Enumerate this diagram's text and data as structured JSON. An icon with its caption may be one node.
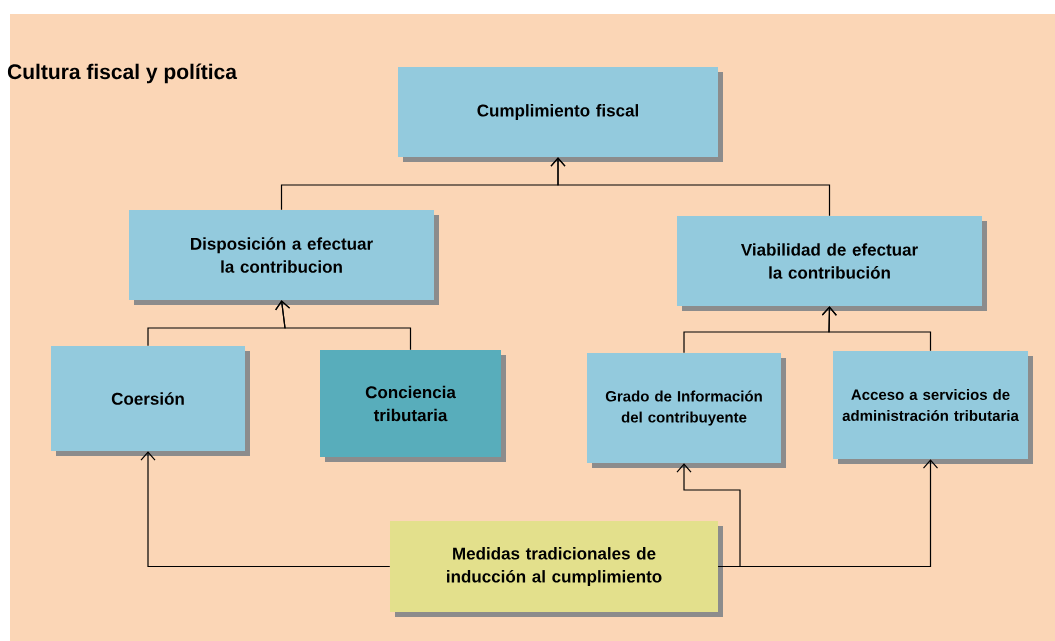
{
  "diagram": {
    "title": "Cultura fiscal y política",
    "nodes": [
      {
        "text": [
          "Cumplimiento fiscal"
        ]
      },
      {
        "text": [
          "Disposición a efectuar la contribucion"
        ]
      },
      {
        "text": [
          "Viabilidad de efectuar la contribución"
        ]
      },
      {
        "text": [
          "Coersión"
        ]
      },
      {
        "text": [
          "Conciencia tributaria"
        ]
      },
      {
        "text": [
          "Grado de Información del contribuyente"
        ]
      },
      {
        "text": [
          "Acceso a servicios de administración tributaria"
        ]
      },
      {
        "text": [
          "Medidas tradicionales de inducción al cumplimiento"
        ]
      }
    ],
    "edges": [
      {
        "from": 1,
        "to": 0,
        "arrow": "to"
      },
      {
        "from": 2,
        "to": 0,
        "arrow": "to"
      },
      {
        "from": 3,
        "to": 1,
        "arrow": "to"
      },
      {
        "from": 4,
        "to": 1,
        "arrow": "to"
      },
      {
        "from": 5,
        "to": 2,
        "arrow": "to"
      },
      {
        "from": 6,
        "to": 2,
        "arrow": "to"
      },
      {
        "from": 7,
        "to": 3,
        "arrow": "to"
      },
      {
        "from": 7,
        "to": 5,
        "arrow": "to"
      },
      {
        "from": 7,
        "to": 6,
        "arrow": "to"
      }
    ]
  }
}
